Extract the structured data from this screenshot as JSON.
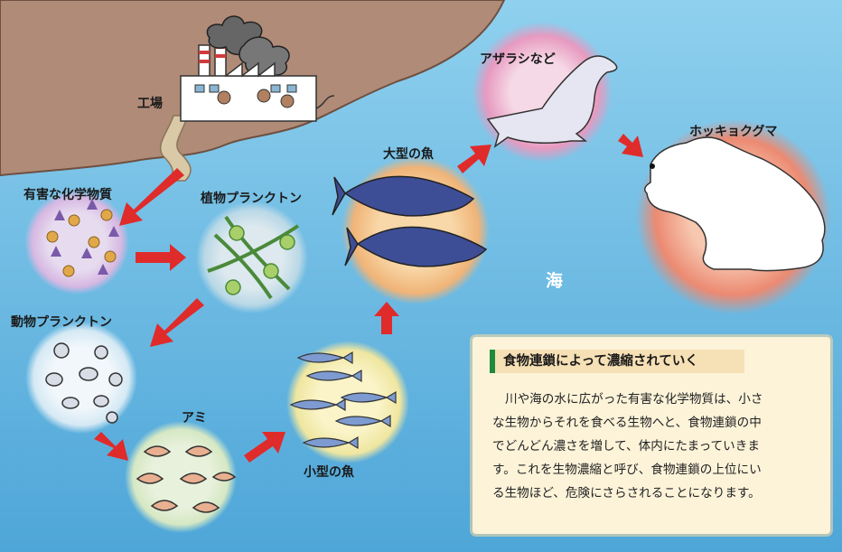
{
  "labels": {
    "factory": "工場",
    "chemicals": "有害な化学物質",
    "phytoplankton": "植物プランクトン",
    "zooplankton": "動物プランクトン",
    "krill": "アミ",
    "small_fish": "小型の魚",
    "large_fish": "大型の魚",
    "seal": "アザラシなど",
    "polar_bear": "ホッキョクグマ",
    "sea": "海"
  },
  "note": {
    "title": "食物連鎖によって濃縮されていく",
    "body": [
      "川や海の水に広がった有害な化学物質は、小さ",
      "な生物からそれを食べる生物へと、食物連鎖の中",
      "でどんどん濃さを増して、体内にたまっていきま",
      "す。これを生物濃縮と呼び、食物連鎖の上位にい",
      "る生物ほど、危険にさらされることになります。"
    ]
  },
  "colors": {
    "sea": "#6db8e0",
    "land": "#b08b78",
    "arrow": "#e02b2b",
    "note_bar": "#1e8a3a"
  }
}
